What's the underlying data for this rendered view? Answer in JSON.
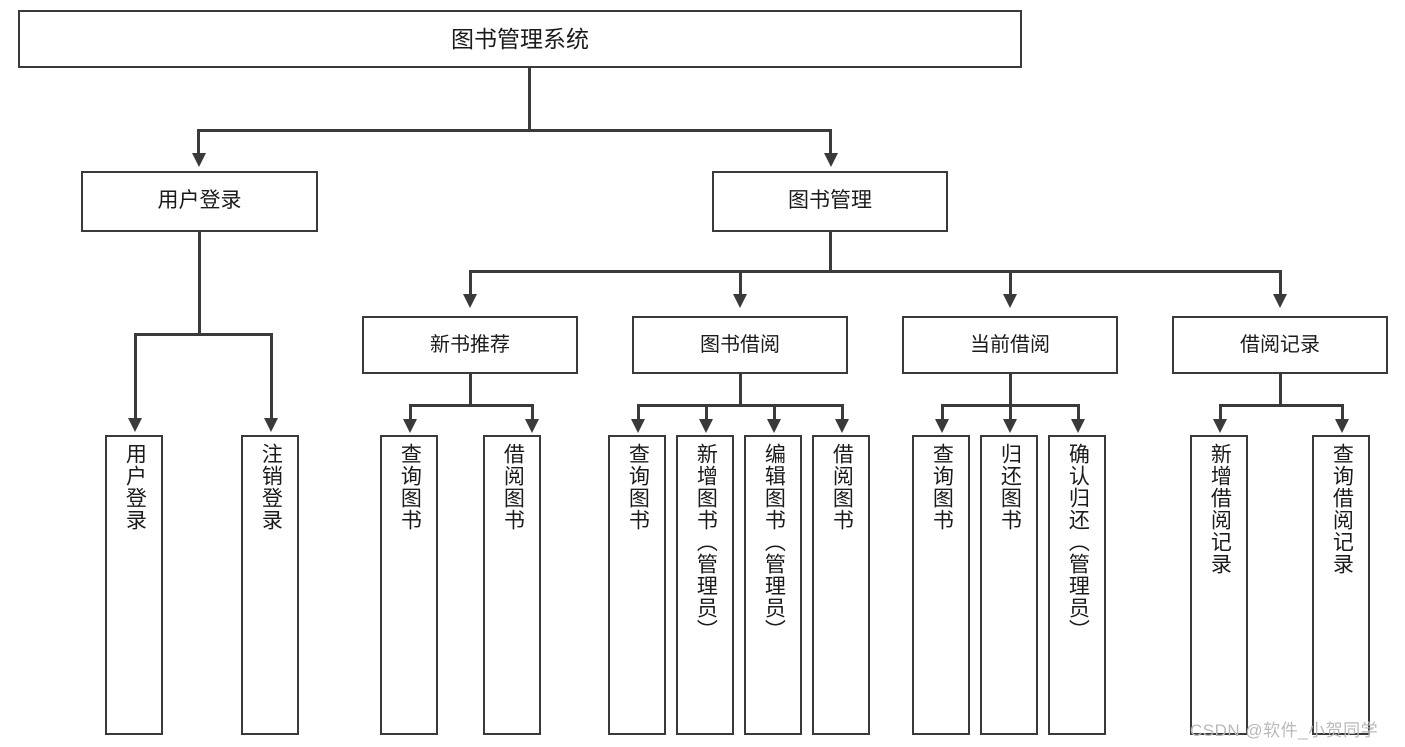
{
  "diagram": {
    "title": "图书管理系统",
    "type": "功能结构图",
    "root": {
      "id": "root",
      "label": "图书管理系统"
    },
    "level2": [
      {
        "id": "user-login",
        "label": "用户登录"
      },
      {
        "id": "book-manage",
        "label": "图书管理"
      }
    ],
    "level3": [
      {
        "id": "new-book-recommend",
        "label": "新书推荐",
        "parent": "book-manage"
      },
      {
        "id": "book-borrow",
        "label": "图书借阅",
        "parent": "book-manage"
      },
      {
        "id": "current-borrow",
        "label": "当前借阅",
        "parent": "book-manage"
      },
      {
        "id": "borrow-record",
        "label": "借阅记录",
        "parent": "book-manage"
      }
    ],
    "leaves": {
      "user_login": [
        {
          "id": "leaf-user-login",
          "label": "用户登录"
        },
        {
          "id": "leaf-user-logout",
          "label": "注销登录"
        }
      ],
      "new_book_recommend": [
        {
          "id": "leaf-query-book-1",
          "label": "查询图书"
        },
        {
          "id": "leaf-borrow-book-1",
          "label": "借阅图书"
        }
      ],
      "book_borrow": [
        {
          "id": "leaf-query-book-2",
          "label": "查询图书"
        },
        {
          "id": "leaf-add-book",
          "label": "新增图书（管理员）"
        },
        {
          "id": "leaf-edit-book",
          "label": "编辑图书（管理员）"
        },
        {
          "id": "leaf-borrow-book-2",
          "label": "借阅图书"
        }
      ],
      "current_borrow": [
        {
          "id": "leaf-query-book-3",
          "label": "查询图书"
        },
        {
          "id": "leaf-return-book",
          "label": "归还图书"
        },
        {
          "id": "leaf-confirm-return",
          "label": "确认归还（管理员）"
        }
      ],
      "borrow_record": [
        {
          "id": "leaf-add-record",
          "label": "新增借阅记录"
        },
        {
          "id": "leaf-query-record",
          "label": "查询借阅记录"
        }
      ]
    }
  },
  "watermark": {
    "text": "CSDN @软件_小贺同学"
  },
  "colors": {
    "stroke": "#3a3a3a",
    "fill": "#ffffff",
    "text": "#1b1b1b",
    "watermark": "#b9b9b9"
  }
}
